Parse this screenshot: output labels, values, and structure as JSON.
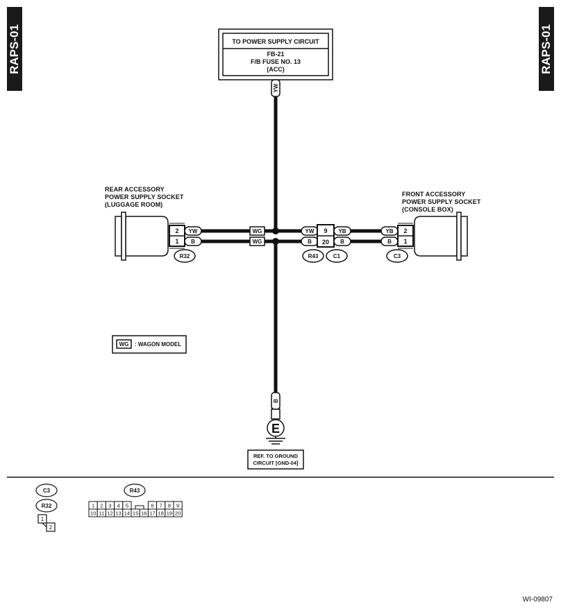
{
  "page_id": "RAPS-01",
  "figure_id": "WI-09807",
  "power_supply": {
    "heading": "TO POWER SUPPLY CIRCUIT",
    "lines": [
      "FB-21",
      "F/B FUSE NO. 13",
      "(ACC)"
    ]
  },
  "wire_colors": {
    "yw": "YW",
    "b": "B",
    "yb": "YB",
    "wg": "WG"
  },
  "rear_socket": {
    "label": [
      "REAR ACCESSORY",
      "POWER SUPPLY SOCKET",
      "(LUGGAGE ROOM)"
    ],
    "pins": [
      "2",
      "1"
    ],
    "connector": "R32"
  },
  "front_socket": {
    "label": [
      "FRONT ACCESSORY",
      "POWER SUPPLY SOCKET",
      "(CONSOLE BOX)"
    ],
    "pins": [
      "2",
      "1"
    ],
    "connector": "C3"
  },
  "junction": {
    "pins": [
      "9",
      "20"
    ],
    "connectors": [
      "R43",
      "C1"
    ]
  },
  "legend": {
    "symbol": "WG",
    "text": ": WAGON MODEL"
  },
  "ground": {
    "symbol": "E",
    "ref": [
      "REF. TO GROUND",
      "CIRCUIT [GND-04]"
    ]
  },
  "connector_views": {
    "c3": "C3",
    "r32": "R32",
    "r32_pins": [
      "1",
      "2"
    ],
    "r43": "R43",
    "r43_top": [
      "1",
      "2",
      "3",
      "4",
      "5",
      "6",
      "7",
      "8",
      "9"
    ],
    "r43_bottom": [
      "10",
      "11",
      "12",
      "13",
      "14",
      "15",
      "16",
      "17",
      "18",
      "19",
      "20"
    ]
  }
}
